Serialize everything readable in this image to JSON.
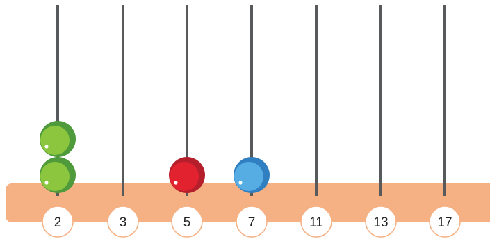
{
  "abacus": {
    "colors": {
      "base": "#f5b183",
      "rod": "#58595b",
      "label_fill": "#ffffff",
      "label_stroke": "#f5b183"
    },
    "rods": [
      {
        "label": "2",
        "beads": 2,
        "bead_color": "green"
      },
      {
        "label": "3",
        "beads": 0,
        "bead_color": null
      },
      {
        "label": "5",
        "beads": 1,
        "bead_color": "red"
      },
      {
        "label": "7",
        "beads": 1,
        "bead_color": "blue"
      },
      {
        "label": "11",
        "beads": 0,
        "bead_color": null
      },
      {
        "label": "13",
        "beads": 0,
        "bead_color": null
      },
      {
        "label": "17",
        "beads": 0,
        "bead_color": null
      }
    ],
    "bead_palette": {
      "green": {
        "outer": "#4f9a3a",
        "inner": "#8cc63f"
      },
      "red": {
        "outer": "#b51f2b",
        "inner": "#e3222f"
      },
      "blue": {
        "outer": "#2f7fc1",
        "inner": "#55ade4"
      }
    }
  }
}
